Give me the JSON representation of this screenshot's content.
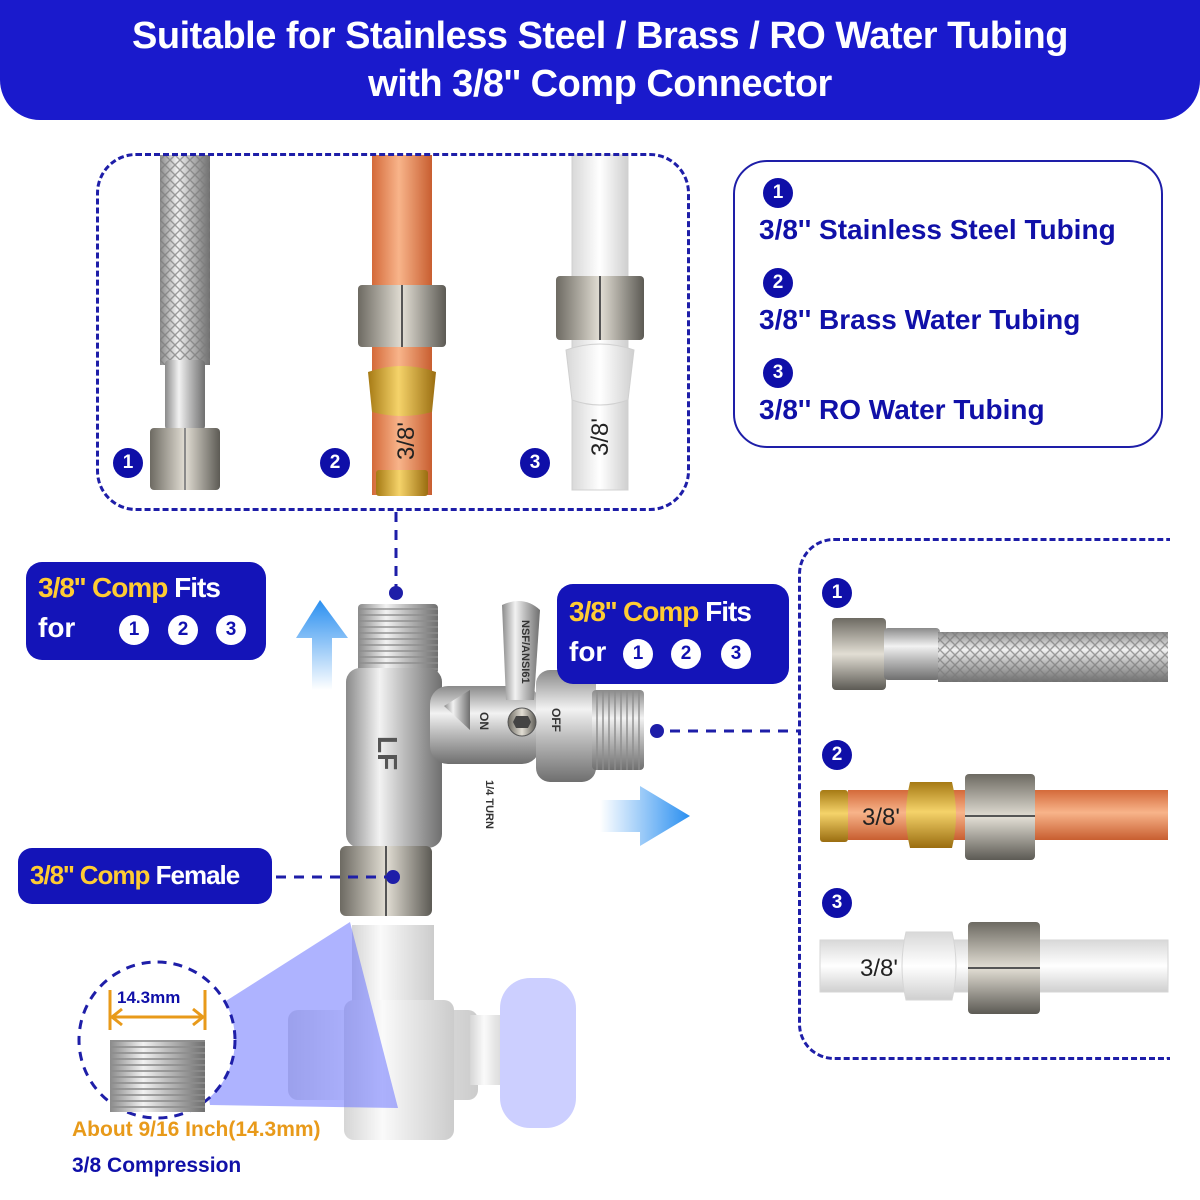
{
  "banner": {
    "line1": "Suitable for Stainless Steel  / Brass / RO Water Tubing",
    "line2": "with 3/8'' Comp Connector"
  },
  "numbers": {
    "n1": "1",
    "n2": "2",
    "n3": "3"
  },
  "legend": [
    {
      "num": "1",
      "label": "3/8'' Stainless Steel Tubing"
    },
    {
      "num": "2",
      "label": "3/8'' Brass Water Tubing"
    },
    {
      "num": "3",
      "label": "3/8'' RO Water Tubing"
    }
  ],
  "tube_marks": {
    "brass": "3/8'",
    "ro": "3/8'"
  },
  "comp_fits": {
    "highlight": "3/8'' Comp",
    "rest": " Fits",
    "for_label": "for"
  },
  "comp_female": {
    "highlight": "3/8'' Comp",
    "rest": " Female"
  },
  "valve_labels": {
    "off": "OFF",
    "on": "ON",
    "standard": "NSF/ANSI61",
    "turn": "1/4 TURN"
  },
  "measurement": {
    "size": "14.3mm",
    "about": "About 9/16 Inch(14.3mm)",
    "compression": "3/8 Compression"
  },
  "colors": {
    "brand_blue": "#1a1acc",
    "dash_blue": "#1e1ea8",
    "accent_yellow": "#ffcc33",
    "measure_orange": "#e89a1a",
    "arrow_blue": "#2a8ff0"
  }
}
